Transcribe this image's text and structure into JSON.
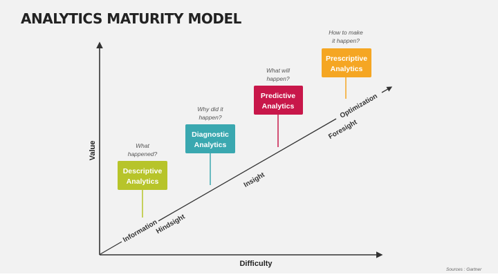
{
  "title": "ANALYTICS MATURITY MODEL",
  "axes": {
    "y_label": "Value",
    "x_label": "Difficulty"
  },
  "stages": [
    {
      "question_line1": "What",
      "question_line2": "happened?",
      "name_line1": "Descriptive",
      "name_line2": "Analytics",
      "color": "#b7c42a"
    },
    {
      "question_line1": "Why did it",
      "question_line2": "happen?",
      "name_line1": "Diagnostic",
      "name_line2": "Analytics",
      "color": "#3aa8b0"
    },
    {
      "question_line1": "What will",
      "question_line2": "happen?",
      "name_line1": "Predictive",
      "name_line2": "Analytics",
      "color": "#c8174a"
    },
    {
      "question_line1": "How to make",
      "question_line2": "it happen?",
      "name_line1": "Prescriptive",
      "name_line2": "Analytics",
      "color": "#f5a623"
    }
  ],
  "line_labels": {
    "information": "Information",
    "hindsight": "Hindsight",
    "insight": "Insight",
    "foresight": "Foresight",
    "optimization": "Optimization"
  },
  "source": "Sources : Gartner"
}
